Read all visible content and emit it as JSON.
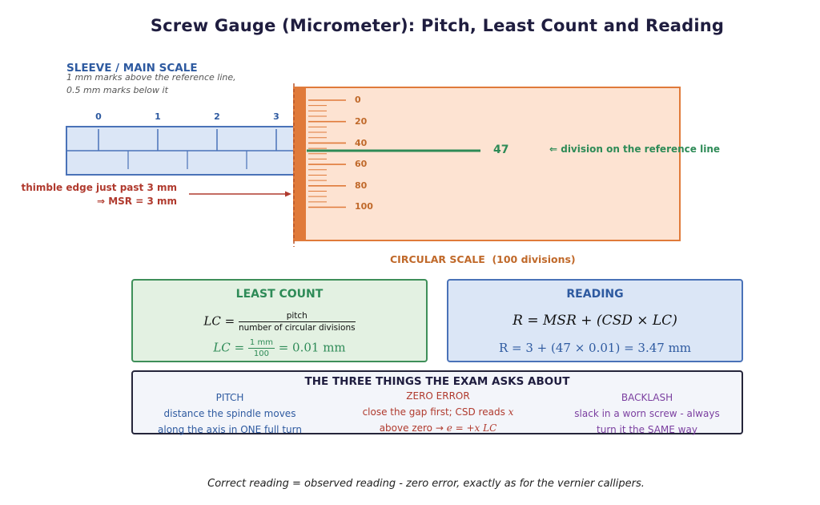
{
  "title": "Screw Gauge (Micrometer): Pitch, Least Count and Reading",
  "sleeve": {
    "label": "SLEEVE / MAIN SCALE",
    "note_line1": "1 mm marks above the reference line,",
    "note_line2": "0.5 mm marks below it",
    "mm_numbers": [
      "0",
      "1",
      "2",
      "3"
    ]
  },
  "thimble_note": {
    "line1": "thimble edge just past 3 mm",
    "line2": "⇒ MSR = 3 mm"
  },
  "circular_scale": {
    "numbers": [
      "0",
      "20",
      "40",
      "60",
      "80",
      "100"
    ],
    "reading_value": "47",
    "reference_note": "⇐ division on the reference line",
    "label": "CIRCULAR SCALE  (100 divisions)"
  },
  "least_count": {
    "title": "LEAST COUNT",
    "lhs": "LC",
    "eq": " = ",
    "frac_num": "pitch",
    "frac_den": "number of circular divisions",
    "lhs2": "LC",
    "eq2": " = ",
    "frac2_num": "1 mm",
    "frac2_den": "100",
    "result": " = 0.01 mm"
  },
  "reading": {
    "title": "READING",
    "formula": "R = MSR + (CSD × LC)",
    "computed": "R = 3 + (47 × 0.01) = 3.47 mm"
  },
  "three_things": {
    "title": "THE THREE THINGS THE EXAM ASKS ABOUT",
    "pitch": {
      "head": "PITCH",
      "line1": "distance the spindle moves",
      "line2": "along the axis in ONE full turn"
    },
    "zero_error": {
      "head": "ZERO ERROR",
      "line1_pre": "close the gap first; CSD reads ",
      "line1_var": "x",
      "line2_pre": "above zero → ",
      "line2_formula": "e = +x LC"
    },
    "backlash": {
      "head": "BACKLASH",
      "line1": "slack in a worn screw - always",
      "line2": "turn it the SAME way"
    }
  },
  "footer": "Correct reading = observed reading - zero error, exactly as for the vernier callipers.",
  "colors": {
    "sleeve_blue": "#2e5aa0",
    "thimble_orange": "#e07a3a",
    "thimble_fill": "#fde3d2",
    "reading_green": "#2e8b57",
    "note_red": "#b03a2e",
    "backlash_purple": "#7b3fa0"
  }
}
